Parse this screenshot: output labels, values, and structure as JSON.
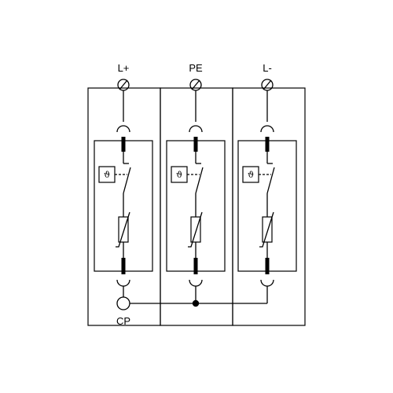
{
  "poles": [
    {
      "id": "l-plus",
      "label": "L+",
      "thermal_symbol": "ϑ"
    },
    {
      "id": "pe",
      "label": "PE",
      "thermal_symbol": "ϑ"
    },
    {
      "id": "l-minus",
      "label": "L-",
      "thermal_symbol": "ϑ"
    }
  ],
  "cp_label": "CP"
}
